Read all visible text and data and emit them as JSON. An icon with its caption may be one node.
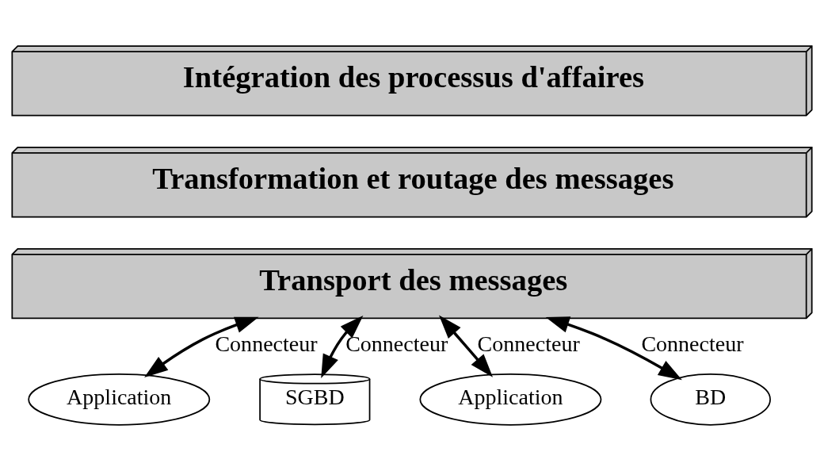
{
  "diagram": {
    "nodes": [
      {
        "text": [
          "Intégration des processus d'affaires"
        ]
      },
      {
        "text": [
          "Transformation et routage des messages"
        ]
      },
      {
        "text": [
          "Transport des messages"
        ]
      },
      {
        "text": [
          "Application"
        ]
      },
      {
        "text": [
          "SGBD"
        ]
      },
      {
        "text": [
          "Application"
        ]
      },
      {
        "text": [
          "BD"
        ]
      }
    ],
    "edges": [
      {
        "from": 2,
        "to": 3,
        "arrow": "both",
        "label": "Connecteur"
      },
      {
        "from": 2,
        "to": 4,
        "arrow": "both",
        "label": "Connecteur"
      },
      {
        "from": 2,
        "to": 5,
        "arrow": "both",
        "label": "Connecteur"
      },
      {
        "from": 2,
        "to": 6,
        "arrow": "both",
        "label": "Connecteur"
      }
    ]
  }
}
